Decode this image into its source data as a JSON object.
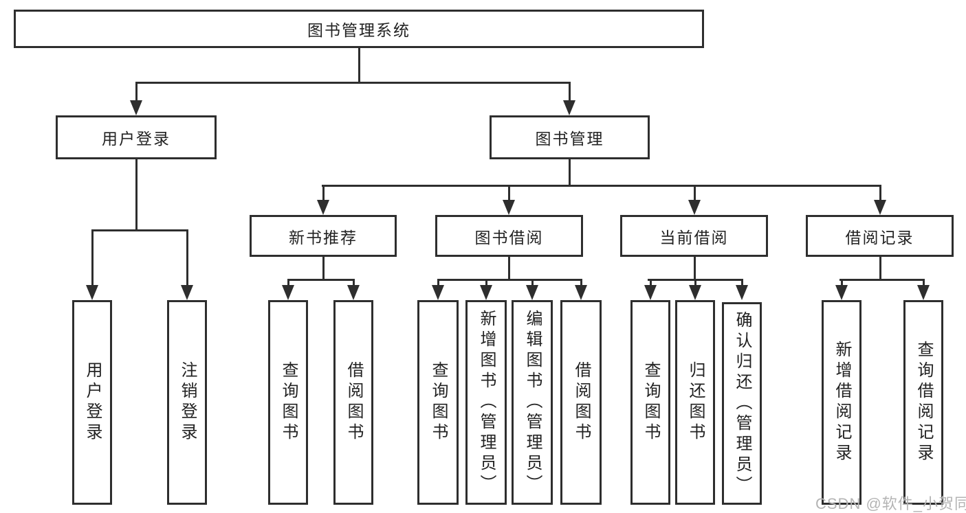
{
  "colors": {
    "line": "#2e2e2e",
    "text": "#222222",
    "watermark": "#b4b4b4",
    "background": "#ffffff"
  },
  "tree": {
    "root": "图书管理系统",
    "level2": {
      "login": "用户登录",
      "management": "图书管理"
    },
    "level3": {
      "new_books": "新书推荐",
      "borrow": "图书借阅",
      "current": "当前借阅",
      "records": "借阅记录"
    },
    "leaves": {
      "login": [
        "用户登录",
        "注销登录"
      ],
      "new_books": [
        "查询图书",
        "借阅图书"
      ],
      "borrow": [
        "查询图书",
        "新增图书（管理员）",
        "编辑图书（管理员）",
        "借阅图书"
      ],
      "current": [
        "查询图书",
        "归还图书",
        "确认归还（管理员）"
      ],
      "records": [
        "新增借阅记录",
        "查询借阅记录"
      ]
    }
  },
  "watermark": "CSDN @软件_小贺同学"
}
